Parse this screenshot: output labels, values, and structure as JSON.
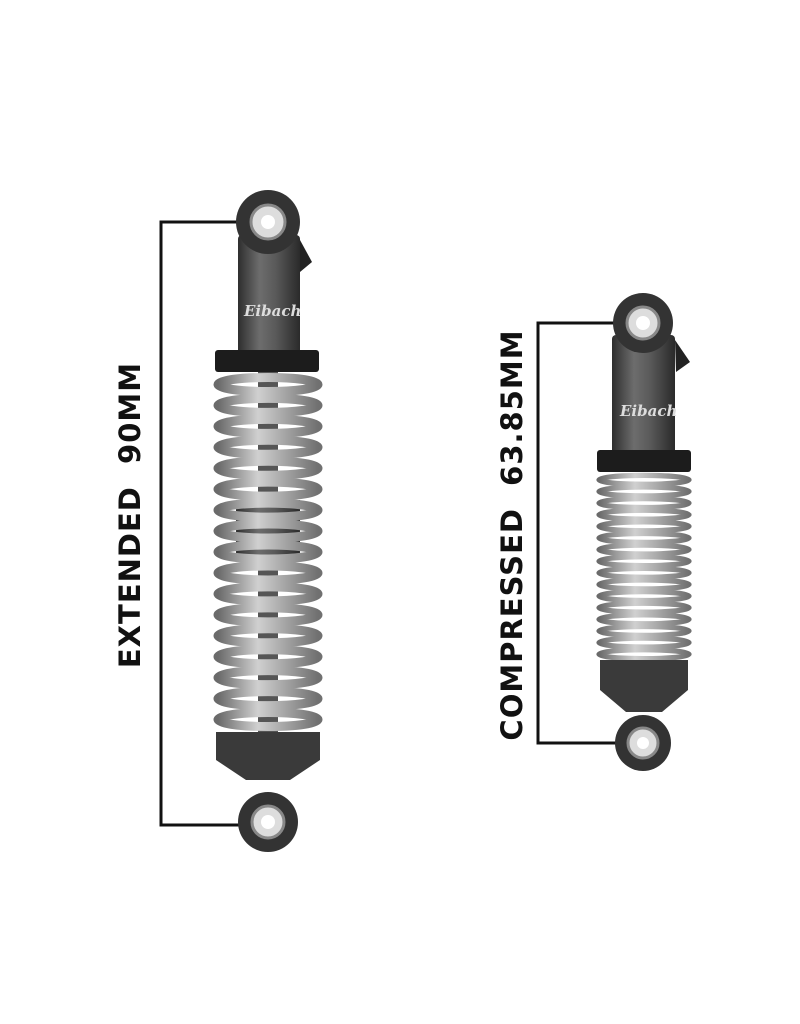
{
  "labels": {
    "extended": "EXTENDED  90MM",
    "compressed": "COMPRESSED  63.85MM"
  },
  "logo": "Eibach",
  "colors": {
    "body": "#5a5a5a",
    "spring": "#b8b8b8",
    "mount": "#3a3a3a",
    "dimension_line": "#111111"
  }
}
